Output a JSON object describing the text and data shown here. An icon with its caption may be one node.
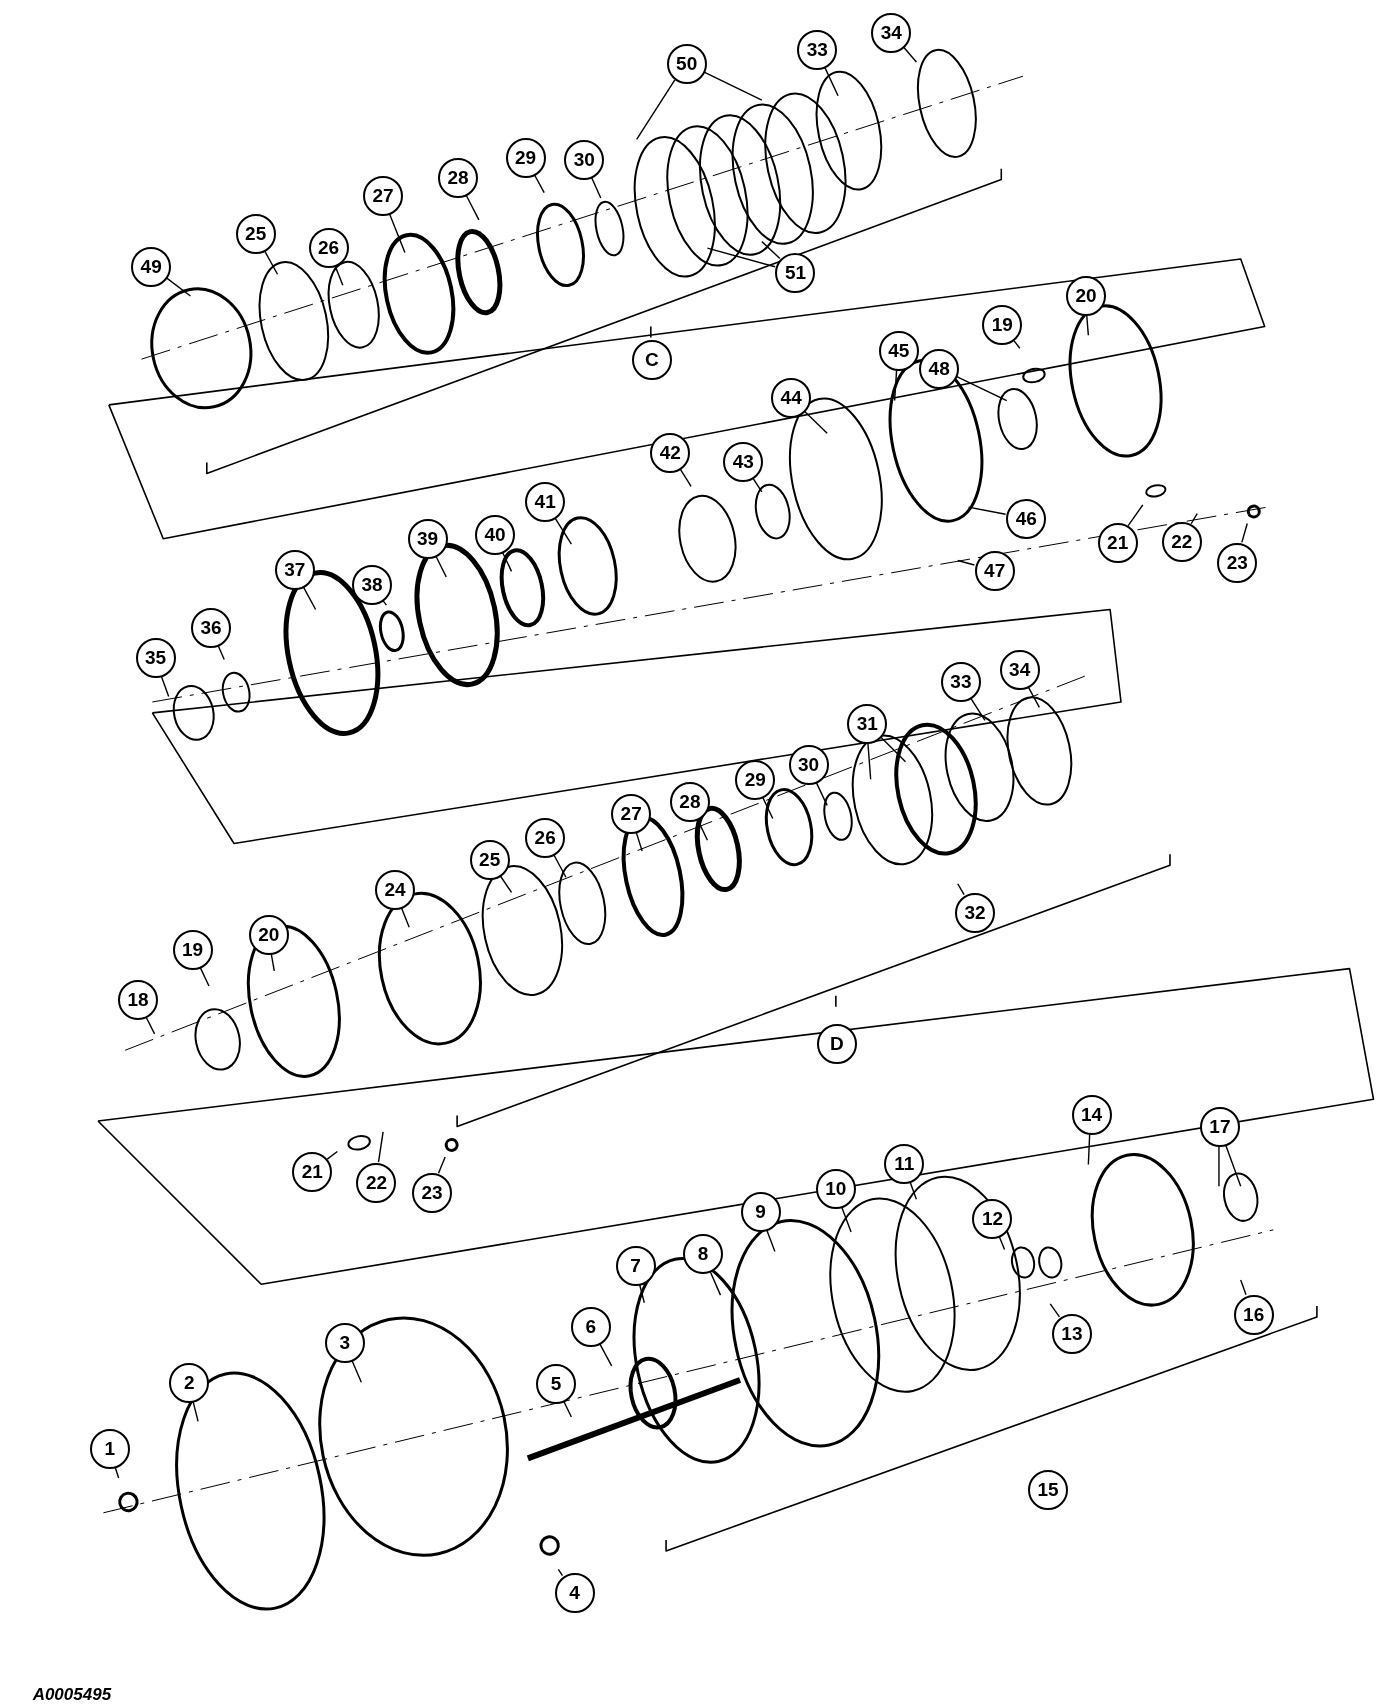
{
  "diagram": {
    "nodes": [
      {
        "text": [
          "49"
        ]
      },
      {
        "text": [
          "25"
        ]
      },
      {
        "text": [
          "26"
        ]
      },
      {
        "text": [
          "27"
        ]
      },
      {
        "text": [
          "28"
        ]
      },
      {
        "text": [
          "29"
        ]
      },
      {
        "text": [
          "30"
        ]
      },
      {
        "text": [
          "50"
        ]
      },
      {
        "text": [
          "33"
        ]
      },
      {
        "text": [
          "34"
        ]
      },
      {
        "text": [
          "51"
        ]
      },
      {
        "text": [
          "C"
        ]
      },
      {
        "text": [
          "20"
        ]
      },
      {
        "text": [
          "19"
        ]
      },
      {
        "text": [
          "45"
        ]
      },
      {
        "text": [
          "48"
        ]
      },
      {
        "text": [
          "44"
        ]
      },
      {
        "text": [
          "43"
        ]
      },
      {
        "text": [
          "42"
        ]
      },
      {
        "text": [
          "41"
        ]
      },
      {
        "text": [
          "40"
        ]
      },
      {
        "text": [
          "39"
        ]
      },
      {
        "text": [
          "38"
        ]
      },
      {
        "text": [
          "37"
        ]
      },
      {
        "text": [
          "36"
        ]
      },
      {
        "text": [
          "35"
        ]
      },
      {
        "text": [
          "46"
        ]
      },
      {
        "text": [
          "47"
        ]
      },
      {
        "text": [
          "21"
        ]
      },
      {
        "text": [
          "22"
        ]
      },
      {
        "text": [
          "23"
        ]
      },
      {
        "text": [
          "31"
        ]
      },
      {
        "text": [
          "33"
        ]
      },
      {
        "text": [
          "34"
        ]
      },
      {
        "text": [
          "30"
        ]
      },
      {
        "text": [
          "29"
        ]
      },
      {
        "text": [
          "28"
        ]
      },
      {
        "text": [
          "27"
        ]
      },
      {
        "text": [
          "26"
        ]
      },
      {
        "text": [
          "25"
        ]
      },
      {
        "text": [
          "24"
        ]
      },
      {
        "text": [
          "20"
        ]
      },
      {
        "text": [
          "19"
        ]
      },
      {
        "text": [
          "18"
        ]
      },
      {
        "text": [
          "32"
        ]
      },
      {
        "text": [
          "D"
        ]
      },
      {
        "text": [
          "21"
        ]
      },
      {
        "text": [
          "22"
        ]
      },
      {
        "text": [
          "23"
        ]
      },
      {
        "text": [
          "14"
        ]
      },
      {
        "text": [
          "17"
        ]
      },
      {
        "text": [
          "11"
        ]
      },
      {
        "text": [
          "10"
        ]
      },
      {
        "text": [
          "12"
        ]
      },
      {
        "text": [
          "9"
        ]
      },
      {
        "text": [
          "8"
        ]
      },
      {
        "text": [
          "7"
        ]
      },
      {
        "text": [
          "6"
        ]
      },
      {
        "text": [
          "13"
        ]
      },
      {
        "text": [
          "16"
        ]
      },
      {
        "text": [
          "5"
        ]
      },
      {
        "text": [
          "3"
        ]
      },
      {
        "text": [
          "2"
        ]
      },
      {
        "text": [
          "1"
        ]
      },
      {
        "text": [
          "15"
        ]
      },
      {
        "text": [
          "4"
        ]
      }
    ],
    "edges": [
      {
        "from": 0,
        "to": null,
        "arrow": "none"
      },
      {
        "from": 1,
        "to": null,
        "arrow": "none"
      },
      {
        "from": 2,
        "to": null,
        "arrow": "none"
      },
      {
        "from": 3,
        "to": null,
        "arrow": "none"
      },
      {
        "from": 4,
        "to": null,
        "arrow": "none"
      },
      {
        "from": 5,
        "to": null,
        "arrow": "none"
      },
      {
        "from": 6,
        "to": null,
        "arrow": "none"
      },
      {
        "from": 7,
        "to": null,
        "arrow": "none"
      },
      {
        "from": 7,
        "to": null,
        "arrow": "none"
      },
      {
        "from": 8,
        "to": null,
        "arrow": "none"
      },
      {
        "from": 9,
        "to": null,
        "arrow": "none"
      },
      {
        "from": 10,
        "to": null,
        "arrow": "none"
      },
      {
        "from": 10,
        "to": null,
        "arrow": "none"
      },
      {
        "from": 12,
        "to": null,
        "arrow": "none"
      },
      {
        "from": 13,
        "to": null,
        "arrow": "none"
      },
      {
        "from": 14,
        "to": null,
        "arrow": "none"
      },
      {
        "from": 15,
        "to": null,
        "arrow": "none"
      },
      {
        "from": 16,
        "to": null,
        "arrow": "none"
      },
      {
        "from": 17,
        "to": null,
        "arrow": "none"
      },
      {
        "from": 18,
        "to": null,
        "arrow": "none"
      },
      {
        "from": 19,
        "to": null,
        "arrow": "none"
      },
      {
        "from": 20,
        "to": null,
        "arrow": "none"
      },
      {
        "from": 21,
        "to": null,
        "arrow": "none"
      },
      {
        "from": 22,
        "to": null,
        "arrow": "none"
      },
      {
        "from": 23,
        "to": null,
        "arrow": "none"
      },
      {
        "from": 24,
        "to": null,
        "arrow": "none"
      },
      {
        "from": 25,
        "to": null,
        "arrow": "none"
      },
      {
        "from": 26,
        "to": null,
        "arrow": "none"
      },
      {
        "from": 27,
        "to": null,
        "arrow": "none"
      },
      {
        "from": 28,
        "to": null,
        "arrow": "none"
      },
      {
        "from": 29,
        "to": null,
        "arrow": "none"
      },
      {
        "from": 30,
        "to": null,
        "arrow": "none"
      },
      {
        "from": 31,
        "to": null,
        "arrow": "none"
      },
      {
        "from": 31,
        "to": null,
        "arrow": "none"
      },
      {
        "from": 32,
        "to": null,
        "arrow": "none"
      },
      {
        "from": 33,
        "to": null,
        "arrow": "none"
      },
      {
        "from": 34,
        "to": null,
        "arrow": "none"
      },
      {
        "from": 35,
        "to": null,
        "arrow": "none"
      },
      {
        "from": 36,
        "to": null,
        "arrow": "none"
      },
      {
        "from": 37,
        "to": null,
        "arrow": "none"
      },
      {
        "from": 38,
        "to": null,
        "arrow": "none"
      },
      {
        "from": 39,
        "to": null,
        "arrow": "none"
      },
      {
        "from": 40,
        "to": null,
        "arrow": "none"
      },
      {
        "from": 41,
        "to": null,
        "arrow": "none"
      },
      {
        "from": 42,
        "to": null,
        "arrow": "none"
      },
      {
        "from": 43,
        "to": null,
        "arrow": "none"
      },
      {
        "from": 44,
        "to": null,
        "arrow": "none"
      },
      {
        "from": 46,
        "to": null,
        "arrow": "none"
      },
      {
        "from": 47,
        "to": null,
        "arrow": "none"
      },
      {
        "from": 48,
        "to": null,
        "arrow": "none"
      },
      {
        "from": 49,
        "to": null,
        "arrow": "none"
      },
      {
        "from": 50,
        "to": null,
        "arrow": "none"
      },
      {
        "from": 50,
        "to": null,
        "arrow": "none"
      },
      {
        "from": 51,
        "to": null,
        "arrow": "none"
      },
      {
        "from": 52,
        "to": null,
        "arrow": "none"
      },
      {
        "from": 53,
        "to": null,
        "arrow": "none"
      },
      {
        "from": 54,
        "to": null,
        "arrow": "none"
      },
      {
        "from": 55,
        "to": null,
        "arrow": "none"
      },
      {
        "from": 56,
        "to": null,
        "arrow": "none"
      },
      {
        "from": 57,
        "to": null,
        "arrow": "none"
      },
      {
        "from": 58,
        "to": null,
        "arrow": "none"
      },
      {
        "from": 59,
        "to": null,
        "arrow": "none"
      },
      {
        "from": 60,
        "to": null,
        "arrow": "none"
      },
      {
        "from": 61,
        "to": null,
        "arrow": "none"
      },
      {
        "from": 62,
        "to": null,
        "arrow": "none"
      },
      {
        "from": 63,
        "to": null,
        "arrow": "none"
      },
      {
        "from": 65,
        "to": null,
        "arrow": "none"
      }
    ],
    "labels": [
      "A0005495"
    ]
  }
}
